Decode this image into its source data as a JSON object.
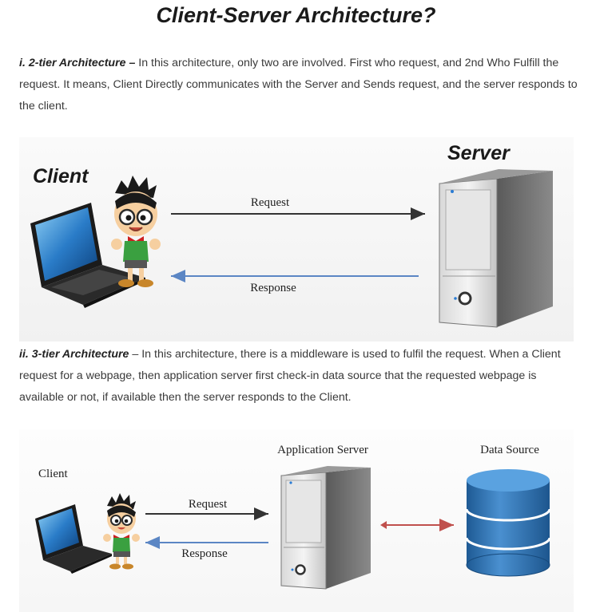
{
  "heading": "Client-Server Architecture?",
  "section1": {
    "term": "i. 2-tier Architecture –",
    "text": " In this architecture, only two are involved. First who request, and 2nd Who Fulfill the request. It means, Client Directly communicates with the Server and Sends request, and the server responds to the client."
  },
  "diagram1": {
    "client_label": "Client",
    "server_label": "Server",
    "request_label": "Request",
    "response_label": "Response"
  },
  "section2": {
    "term": "ii. 3-tier Architecture",
    "text": " – In this architecture, there is a middleware is used to fulfil the request. When a Client request for a webpage, then application server first check-in data source that the requested webpage is available or not, if available then the server responds to the Client."
  },
  "diagram2": {
    "client_label": "Client",
    "app_server_label": "Application Server",
    "data_source_label": "Data Source",
    "request_label": "Request",
    "response_label": "Response"
  },
  "colors": {
    "request_arrow": "#333333",
    "response_arrow": "#5b86c4",
    "db_arrow": "#c0504d",
    "database": "#2f6ea8"
  }
}
